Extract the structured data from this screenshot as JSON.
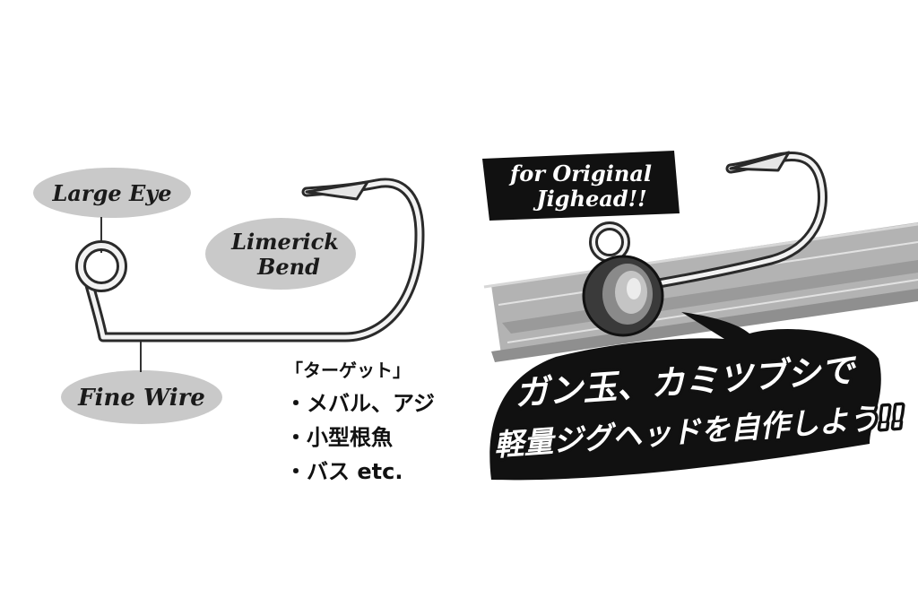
{
  "hook_labels": {
    "large_eye": "Large Eye",
    "limerick_bend_line1": "Limerick",
    "limerick_bend_line2": "Bend",
    "fine_wire": "Fine Wire"
  },
  "targets": {
    "heading": "「ターゲット」",
    "items": [
      "・メバル、アジ",
      "・小型根魚",
      "・バス etc."
    ]
  },
  "jighead": {
    "tag_line1": "for Original",
    "tag_line2": "Jighead!!",
    "catch_line1": "ガン玉、カミツブシで",
    "catch_line2": "軽量ジグヘッドを自作しよう!!"
  },
  "colors": {
    "bubble_gray": "#c9c9c9",
    "hook_outline": "#2a2a2a",
    "hook_fill": "#f2f2f2",
    "tag_black": "#111111",
    "brush_gray": "#b3b3b3"
  }
}
